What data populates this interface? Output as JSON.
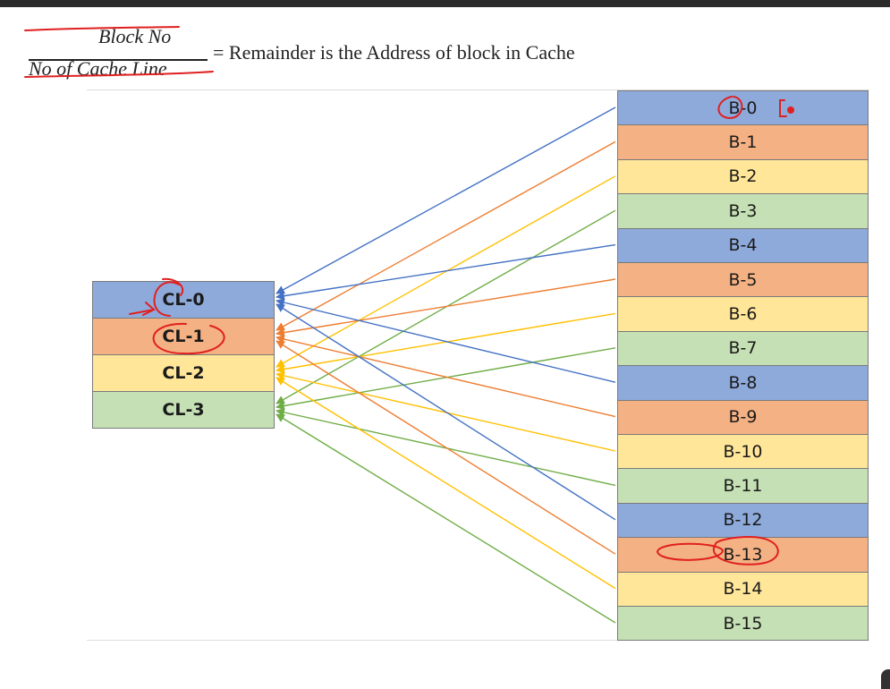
{
  "formula": {
    "numerator": "Block No",
    "denominator": "No of Cache Line",
    "result": "= Remainder is the Address of block in Cache"
  },
  "colors": {
    "blue": "#8eaadb",
    "orange": "#f4b183",
    "yellow": "#ffe699",
    "green": "#c5e0b4",
    "line_blue": "#4472c4",
    "line_orange": "#ed7d31",
    "line_yellow": "#ffc000",
    "line_green": "#70ad47",
    "ink": "#e02020"
  },
  "cache_lines": [
    {
      "label": "CL-0",
      "color": "blue"
    },
    {
      "label": "CL-1",
      "color": "orange"
    },
    {
      "label": "CL-2",
      "color": "yellow"
    },
    {
      "label": "CL-3",
      "color": "green"
    }
  ],
  "blocks": [
    {
      "label": "B-0",
      "color": "blue",
      "maps_to": 0
    },
    {
      "label": "B-1",
      "color": "orange",
      "maps_to": 1
    },
    {
      "label": "B-2",
      "color": "yellow",
      "maps_to": 2
    },
    {
      "label": "B-3",
      "color": "green",
      "maps_to": 3
    },
    {
      "label": "B-4",
      "color": "blue",
      "maps_to": 0
    },
    {
      "label": "B-5",
      "color": "orange",
      "maps_to": 1
    },
    {
      "label": "B-6",
      "color": "yellow",
      "maps_to": 2
    },
    {
      "label": "B-7",
      "color": "green",
      "maps_to": 3
    },
    {
      "label": "B-8",
      "color": "blue",
      "maps_to": 0
    },
    {
      "label": "B-9",
      "color": "orange",
      "maps_to": 1
    },
    {
      "label": "B-10",
      "color": "yellow",
      "maps_to": 2
    },
    {
      "label": "B-11",
      "color": "green",
      "maps_to": 3
    },
    {
      "label": "B-12",
      "color": "blue",
      "maps_to": 0
    },
    {
      "label": "B-13",
      "color": "orange",
      "maps_to": 1
    },
    {
      "label": "B-14",
      "color": "yellow",
      "maps_to": 2
    },
    {
      "label": "B-15",
      "color": "green",
      "maps_to": 3
    }
  ]
}
